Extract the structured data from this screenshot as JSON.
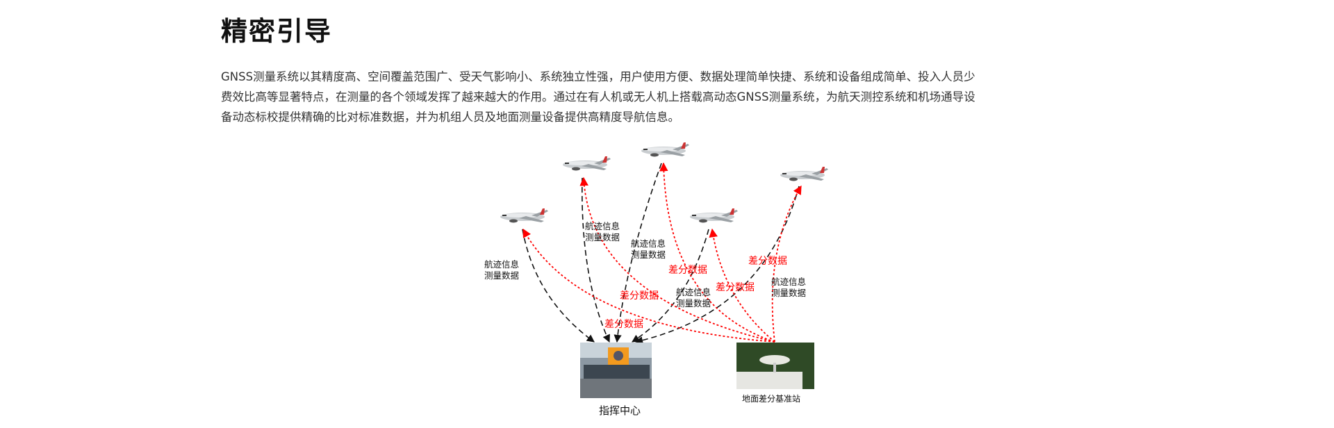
{
  "page": {
    "title": "精密引导",
    "paragraph_lines": [
      "GNSS测量系统以其精度高、空间覆盖范围广、受天气影响小、系统独立性强，用户使用方便、数据处理简单快捷、系统和设备组成简单、投入人员少",
      "费效比高等显著特点，在测量的各个领域发挥了越来越大的作用。通过在有人机或无人机上搭载高动态GNSS测量系统，为航天测控系统和机场通导设",
      "备动态标校提供精确的比对标准数据，并为机组人员及地面测量设备提供高精度导航信息。"
    ]
  },
  "diagram": {
    "track_label_line1": "航迹信息",
    "track_label_line2": "测量数据",
    "diff_label": "差分数据",
    "command_center": "指挥中心",
    "ground_station": "地面差分基准站",
    "colors": {
      "track": "#111111",
      "diff": "#ff0000"
    }
  }
}
